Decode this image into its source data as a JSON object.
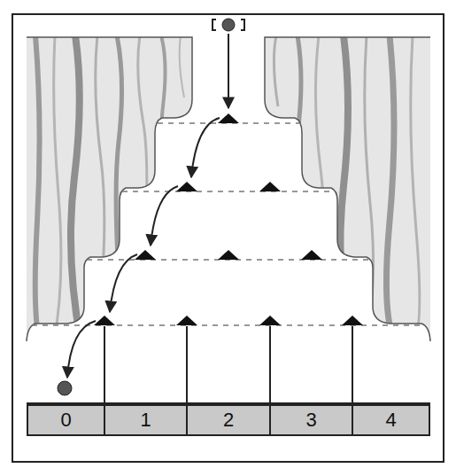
{
  "diagram": {
    "nodes": [
      {
        "text": [
          "0"
        ]
      },
      {
        "text": [
          "1"
        ]
      },
      {
        "text": [
          "2"
        ]
      },
      {
        "text": [
          "3"
        ]
      },
      {
        "text": [
          "4"
        ]
      }
    ]
  }
}
